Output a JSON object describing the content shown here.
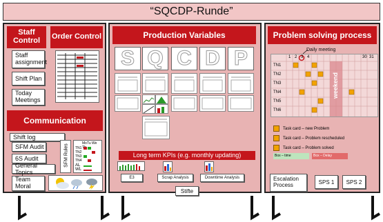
{
  "title": "“SQCDP-Runde”",
  "left_board": {
    "staff_control": "Staff Control",
    "order_control": "Order Control",
    "staff_cards": [
      "Staff assignment",
      "Shift Plan",
      "Today Meetings"
    ],
    "communication": "Communication",
    "comm_items": [
      "Shift log",
      "SFM Audit",
      "6S Audit",
      "General Topics",
      "Team Moral"
    ],
    "sfm_rules": "SFM Rules",
    "weekdays": "MoTu We Th",
    "tn_rows": [
      "TN1",
      "TN2",
      "TN3",
      "TN4"
    ],
    "al_label": "AL",
    "wl_label": "WL"
  },
  "middle_board": {
    "header": "Production Variables",
    "letters": [
      "S",
      "Q",
      "C",
      "D",
      "P"
    ],
    "kpi_header": "Long term KPIs (e.g. monthly updating)",
    "kpi_cards": [
      "E3",
      "Scrap Analysis",
      "Downtime Analysis"
    ],
    "stifte": "Stifte"
  },
  "right_board": {
    "header": "Problem solving process",
    "daily_meeting": "Daily meeting",
    "columns": [
      "1",
      "2",
      "3",
      "4",
      "",
      "",
      "",
      "",
      "",
      "",
      "",
      "",
      "30",
      "31"
    ],
    "rows": [
      "TN1",
      "TN2",
      "TN3",
      "TN4",
      "TN5",
      "TN6"
    ],
    "weekend": "weekend",
    "legend": [
      "Task card – new Problem",
      "Task card – Problem rescheduled",
      "Task card – Problem solved"
    ],
    "time_bar_ok": "Box – time",
    "time_bar_bad": "Box – Delay",
    "bottom_cards": [
      "Escalation Process",
      "SPS 1",
      "SPS 2"
    ]
  },
  "colors": {
    "accent": "#c4161c",
    "board": "#e8b3b3",
    "title": "#f2c6c6"
  }
}
